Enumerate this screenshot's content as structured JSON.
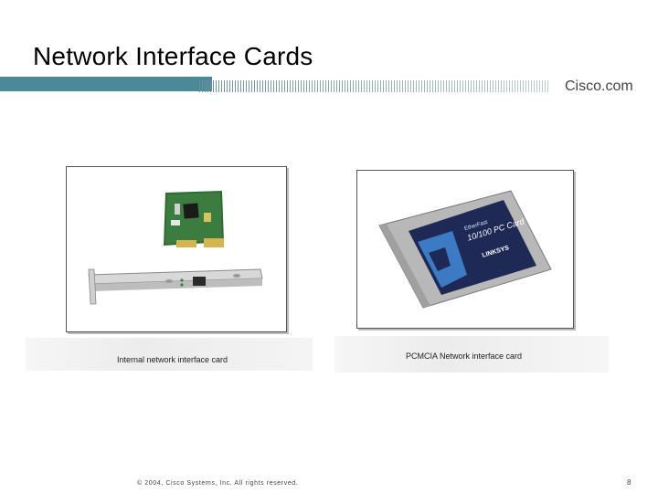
{
  "slide": {
    "title": "Network Interface Cards",
    "logo_text": "Cisco.com",
    "footer": "© 2004, Cisco Systems, Inc. All rights reserved.",
    "page_number": "8"
  },
  "figures": [
    {
      "caption": "Internal network interface card",
      "card_label": ""
    },
    {
      "caption": "PCMCIA Network interface card",
      "card_label": "10/100 PC Card",
      "brand": "LINKSYS",
      "small_text": "EtherFast"
    }
  ],
  "colors": {
    "band": "#4a8a98",
    "pcb": "#2f6b34",
    "pcmcia_panel": "#1e2a55",
    "pcmcia_accent": "#3c7bc4"
  }
}
